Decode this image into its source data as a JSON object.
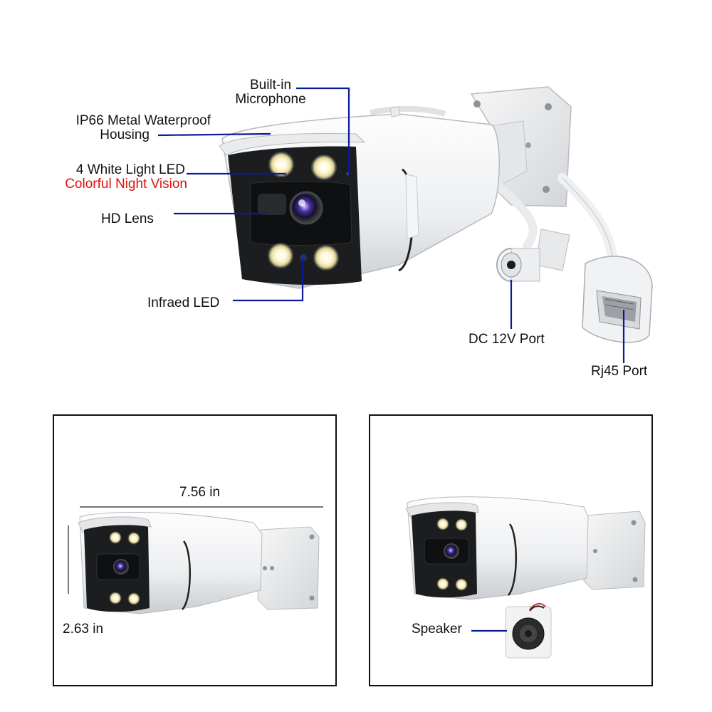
{
  "callouts": {
    "microphone": [
      "Built-in",
      "Microphone"
    ],
    "housing": [
      "IP66 Metal Waterproof",
      "Housing"
    ],
    "led": "4 White Light LED",
    "night_vision": "Colorful Night Vision",
    "lens": "HD Lens",
    "infrared": "Infraed LED",
    "dc_port": "DC 12V Port",
    "rj45": "Rj45 Port"
  },
  "dimensions": {
    "width": "7.56 in",
    "height": "2.63 in"
  },
  "speaker_panel": {
    "speaker": "Speaker"
  },
  "colors": {
    "leader_line": "#0a1a9c",
    "highlight_text": "#e01010"
  }
}
